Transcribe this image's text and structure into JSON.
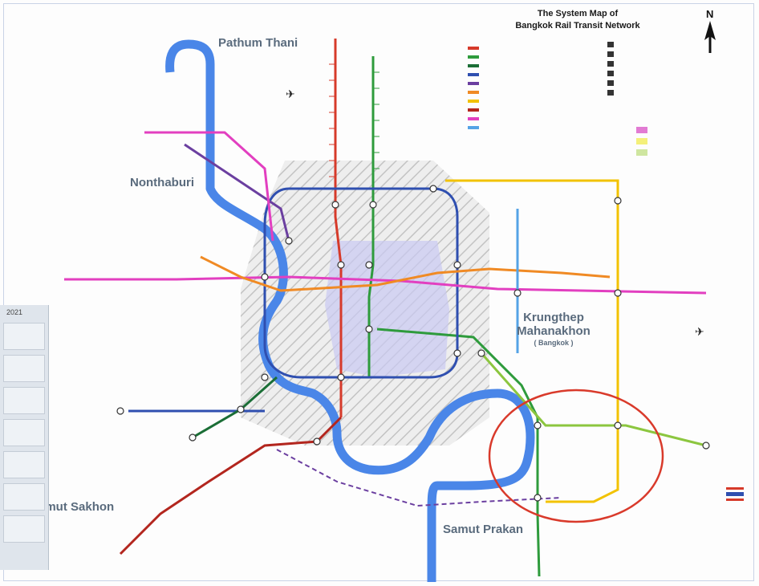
{
  "title_line1": "The System Map of",
  "title_line2": "Bangkok Rail Transit Network",
  "regions": {
    "pathum_thani": "Pathum Thani",
    "nonthaburi": "Nonthaburi",
    "krungthep_1": "Krungthep",
    "krungthep_2": "Mahanakhon",
    "krungthep_3": "( Bangkok )",
    "samut_sakhon": "Samut Sakhon",
    "samut_prakan": "Samut Prakan"
  },
  "north_label": "N",
  "side_panel_year": "2021",
  "colors": {
    "red": "#d63a2a",
    "dark_red": "#b3261e",
    "green": "#2e9b3c",
    "light_green": "#8cc63f",
    "dark_green": "#1b6e36",
    "blue": "#2f4fb0",
    "purple": "#6b3fa0",
    "magenta": "#e23fc0",
    "orange": "#f08a24",
    "yellow": "#f2c200",
    "light_blue": "#55a3e6",
    "river": "#4a86e8",
    "circle": "#d93a2b",
    "hatch": "#c9c9c9",
    "inner_zone": "#c6c8f0"
  },
  "legend_line_colors": [
    "#d63a2a",
    "#2e9b3c",
    "#1b6e36",
    "#2f4fb0",
    "#6b3fa0",
    "#f08a24",
    "#f2c200",
    "#b3261e",
    "#e23fc0",
    "#55a3e6"
  ],
  "icons": [
    "north-arrow-icon",
    "airport-icon",
    "interchange-icon",
    "park-and-ride-icon",
    "legend-swatch-icon"
  ]
}
